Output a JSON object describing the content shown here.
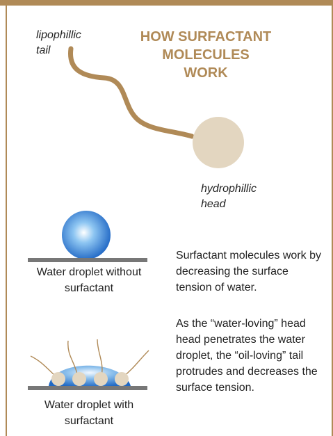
{
  "title": {
    "line1": "HOW SURFACTANT",
    "line2": "MOLECULES",
    "line3": "WORK"
  },
  "labels": {
    "tail_line1": "lipophillic",
    "tail_line2": "tail",
    "head_line1": "hydrophillic",
    "head_line2": "head"
  },
  "captions": {
    "without_line1": "Water droplet without",
    "without_line2": "surfactant",
    "with_line1": "Water droplet with",
    "with_line2": "surfactant"
  },
  "text": {
    "paragraph1": "Surfactant molecules work by decreasing the surface tension of water.",
    "paragraph2": "As the “water-loving” head head penetrates the water droplet, the “oil-loving” tail protrudes and decreases the surface tension."
  },
  "colors": {
    "frame": "#b08a57",
    "tail": "#b08a57",
    "head": "#e3d6c0",
    "water": "#2a7bd1",
    "ground": "#777777"
  }
}
